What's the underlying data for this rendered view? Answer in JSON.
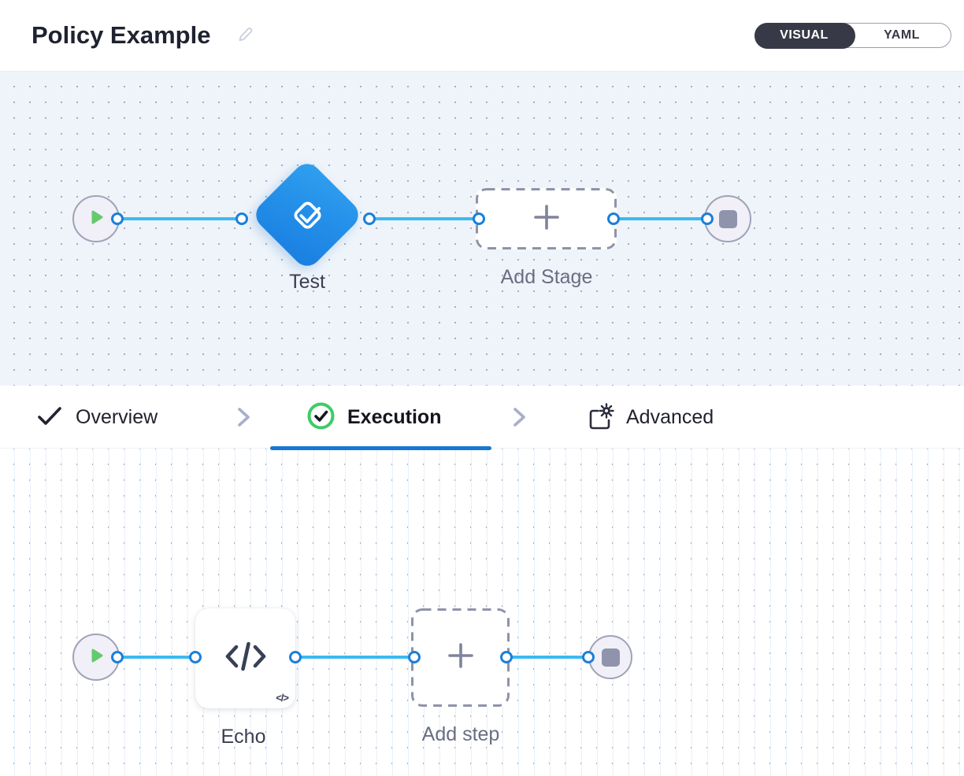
{
  "header": {
    "title": "Policy Example",
    "view_toggle": {
      "visual_label": "VISUAL",
      "yaml_label": "YAML"
    }
  },
  "stage_canvas": {
    "stage_name": "Test",
    "add_stage_label": "Add Stage"
  },
  "tab_bar": {
    "tabs": [
      {
        "id": "overview",
        "label": "Overview",
        "icon": "check-icon",
        "state": "completed"
      },
      {
        "id": "execution",
        "label": "Execution",
        "icon": "check-circle-icon",
        "state": "active"
      },
      {
        "id": "advanced",
        "label": "Advanced",
        "icon": "settings-panel-icon",
        "state": "default"
      }
    ]
  },
  "step_canvas": {
    "step_name": "Echo",
    "step_badge": "</>",
    "add_step_label": "Add step"
  },
  "colors": {
    "accent_blue": "#1876d2",
    "connector_blue": "#3cb9f0",
    "stage_gradient_start": "#31a0ef",
    "stage_gradient_end": "#1a7ee0",
    "success_green": "#3ecb67",
    "play_green": "#66c96e",
    "toggle_dark": "#383946"
  }
}
